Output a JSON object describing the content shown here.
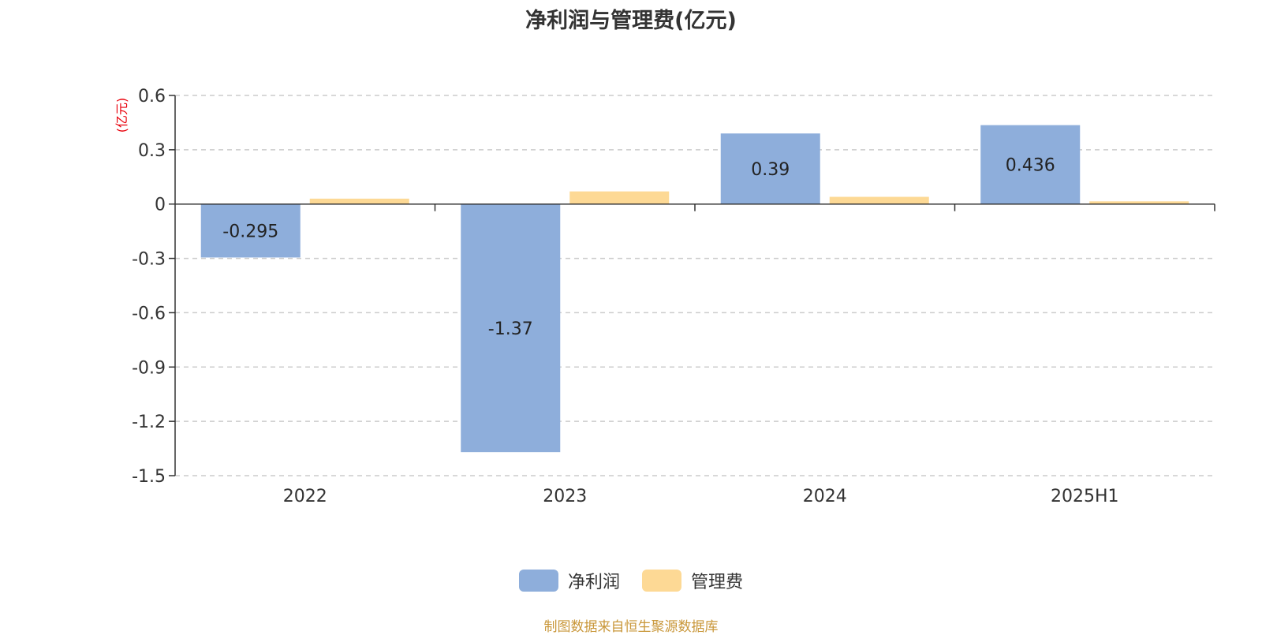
{
  "chart_data": {
    "type": "bar",
    "title": "净利润与管理费(亿元)",
    "ylabel": "(亿元)",
    "categories": [
      "2022",
      "2023",
      "2024",
      "2025H1"
    ],
    "series": [
      {
        "name": "净利润",
        "values": [
          -0.295,
          -1.37,
          0.39,
          0.436
        ],
        "labels": [
          "-0.295",
          "-1.37",
          "0.39",
          "0.436"
        ],
        "color": "#8eaedb"
      },
      {
        "name": "管理费",
        "values": [
          0.03,
          0.07,
          0.04,
          0.015
        ],
        "color": "#fdd995"
      }
    ],
    "ylim": [
      -1.5,
      0.6
    ],
    "yticks": [
      0.6,
      0.3,
      0,
      -0.3,
      -0.6,
      -0.9,
      -1.2,
      -1.5
    ],
    "ytick_labels": [
      "0.6",
      "0.3",
      "0",
      "-0.3",
      "-0.6",
      "-0.9",
      "-1.2",
      "-1.5"
    ],
    "grid": true,
    "legend_position": "bottom-center"
  },
  "colors": {
    "ylabel": "#e8000b",
    "source": "#c9973a",
    "axis": "#333333",
    "grid": "#cccccc"
  },
  "source_note": "制图数据来自恒生聚源数据库"
}
